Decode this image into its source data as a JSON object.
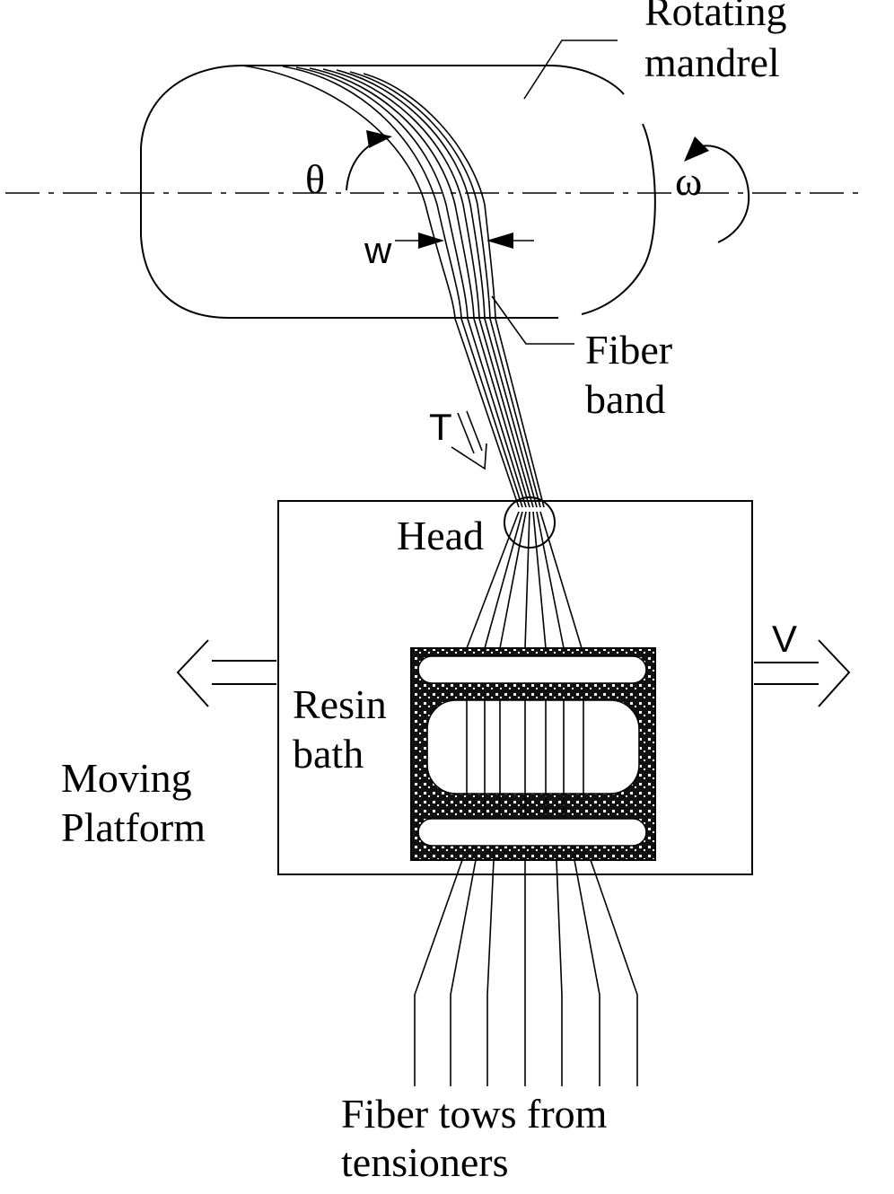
{
  "labels": {
    "rotating_mandrel_line1": "Rotating",
    "rotating_mandrel_line2": "mandrel",
    "theta": "θ",
    "omega": "ω",
    "width": "w",
    "fiber_band_line1": "Fiber",
    "fiber_band_line2": "band",
    "tension": "T",
    "head": "Head",
    "velocity": "V",
    "resin_bath_line1": "Resin",
    "resin_bath_line2": "bath",
    "moving_platform_line1": "Moving",
    "moving_platform_line2": "Platform",
    "fiber_tows_line1": "Fiber tows from",
    "fiber_tows_line2": "tensioners"
  }
}
